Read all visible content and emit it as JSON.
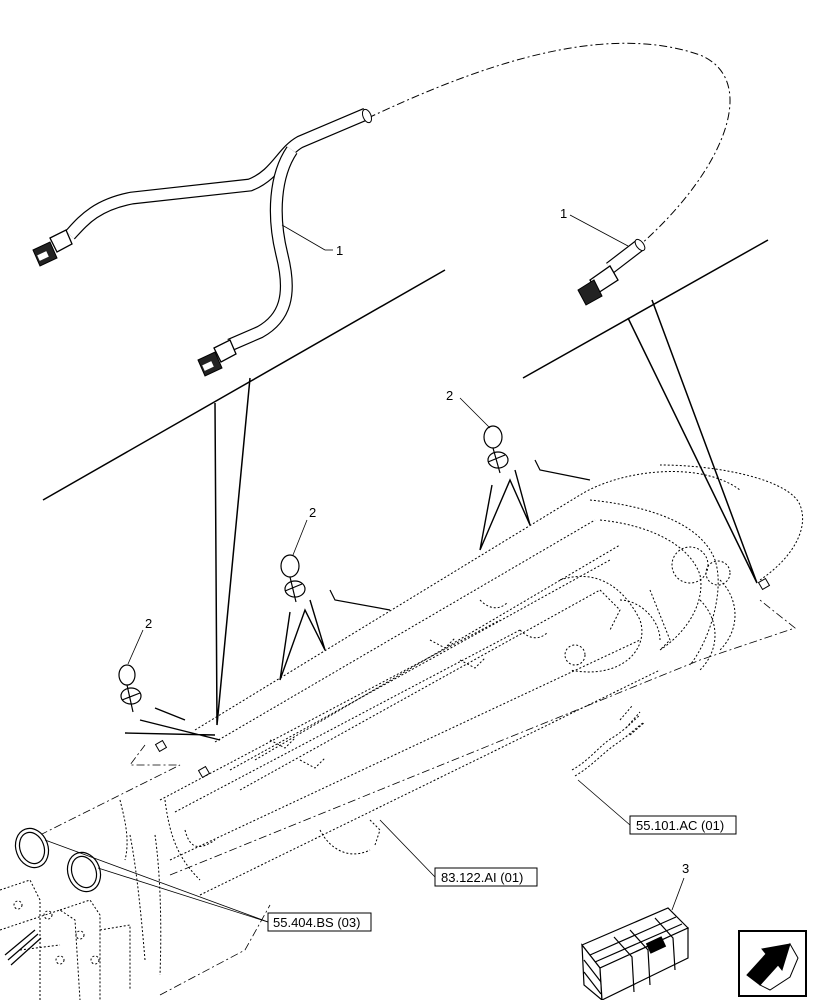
{
  "diagram": {
    "callouts": {
      "harness_left": "1",
      "harness_right": "1",
      "clip_top": "2",
      "clip_middle": "2",
      "clip_left": "2",
      "crate": "3"
    },
    "references": {
      "ref_55101": "55.101.AC (01)",
      "ref_83122": "83.122.AI (01)",
      "ref_55404": "55.404.BS (03)"
    },
    "icons": {
      "navigation": "arrow-icon",
      "crate": "crate-icon"
    }
  }
}
